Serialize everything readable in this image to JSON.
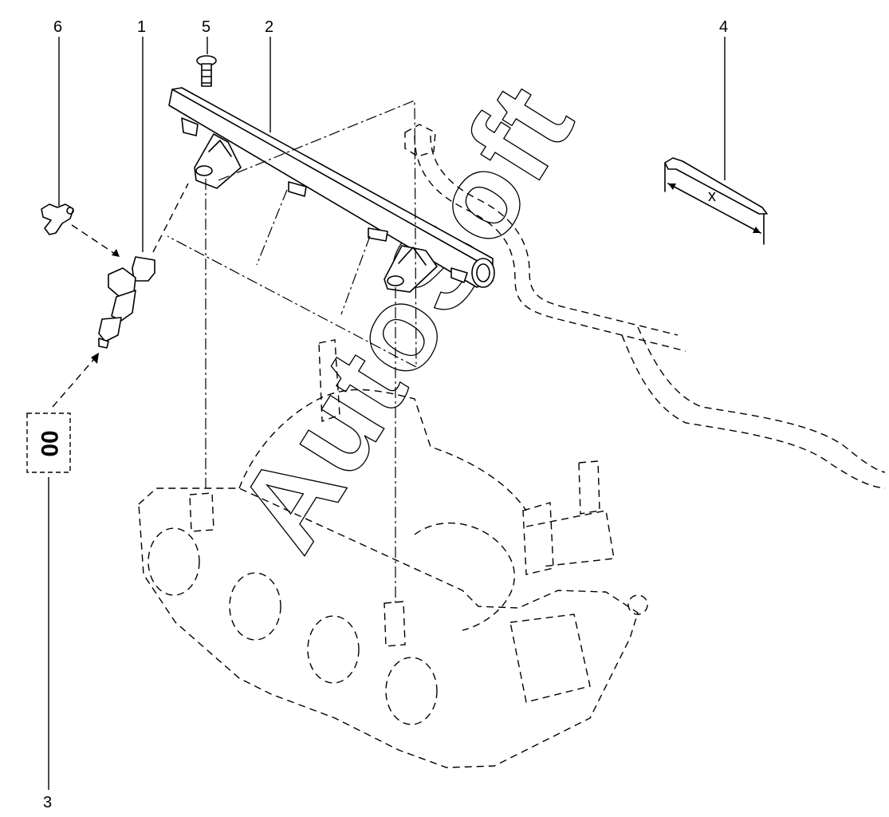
{
  "callouts": {
    "c1": "1",
    "c2": "2",
    "c3": "3",
    "c4": "4",
    "c5": "5",
    "c6": "6"
  },
  "code_box": "00",
  "dimension_label": "x",
  "watermark": "AutoSoft"
}
